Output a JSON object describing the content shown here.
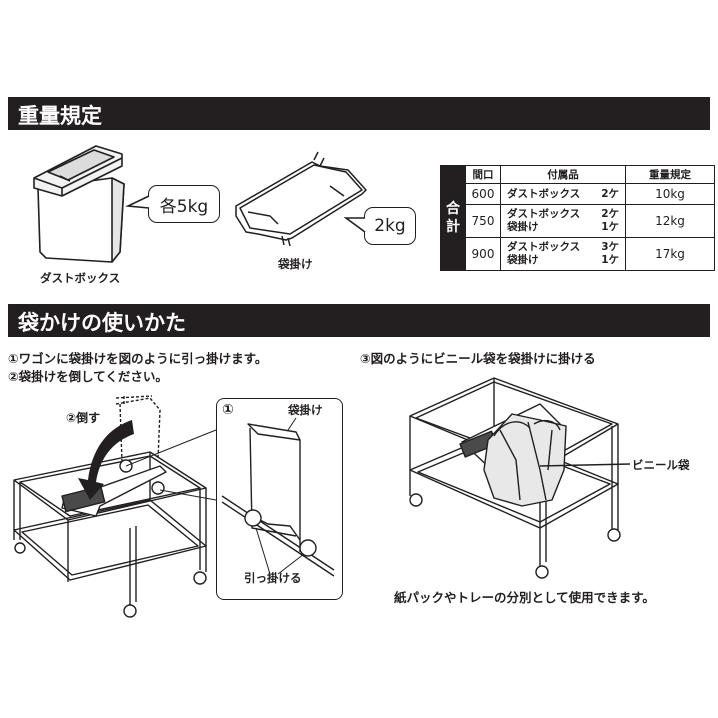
{
  "sections": {
    "weight": {
      "title": "重量規定"
    },
    "usage": {
      "title": "袋かけの使いかた"
    }
  },
  "weight_figures": {
    "dustbox_label": "ダストボックス",
    "dustbox_weight": "各5kg",
    "hanger_label": "袋掛け",
    "hanger_weight": "2kg"
  },
  "weight_table": {
    "headers": [
      "間口",
      "付属品",
      "重量規定"
    ],
    "total_label": [
      "合",
      "計"
    ],
    "rows": [
      {
        "width": "600",
        "accessories": [
          {
            "name": "ダストボックス",
            "qty": "2ケ"
          }
        ],
        "weight": "10kg"
      },
      {
        "width": "750",
        "accessories": [
          {
            "name": "ダストボックス",
            "qty": "2ケ"
          },
          {
            "name": "袋掛け",
            "qty": "1ケ"
          }
        ],
        "weight": "12kg"
      },
      {
        "width": "900",
        "accessories": [
          {
            "name": "ダストボックス",
            "qty": "3ケ"
          },
          {
            "name": "袋掛け",
            "qty": "1ケ"
          }
        ],
        "weight": "17kg"
      }
    ]
  },
  "usage": {
    "step1": "①ワゴンに袋掛けを図のように引っ掛けます。",
    "step2": "②袋掛けを倒してください。",
    "step3": "③図のようにビニール袋を袋掛けに掛ける",
    "tip_label": "②倒す",
    "inset_number": "①",
    "inset_hanger_label": "袋掛け",
    "inset_hook_label": "引っ掛ける",
    "bag_label": "ビニール袋",
    "footer_note": "紙パックやトレーの分別として使用できます。"
  }
}
